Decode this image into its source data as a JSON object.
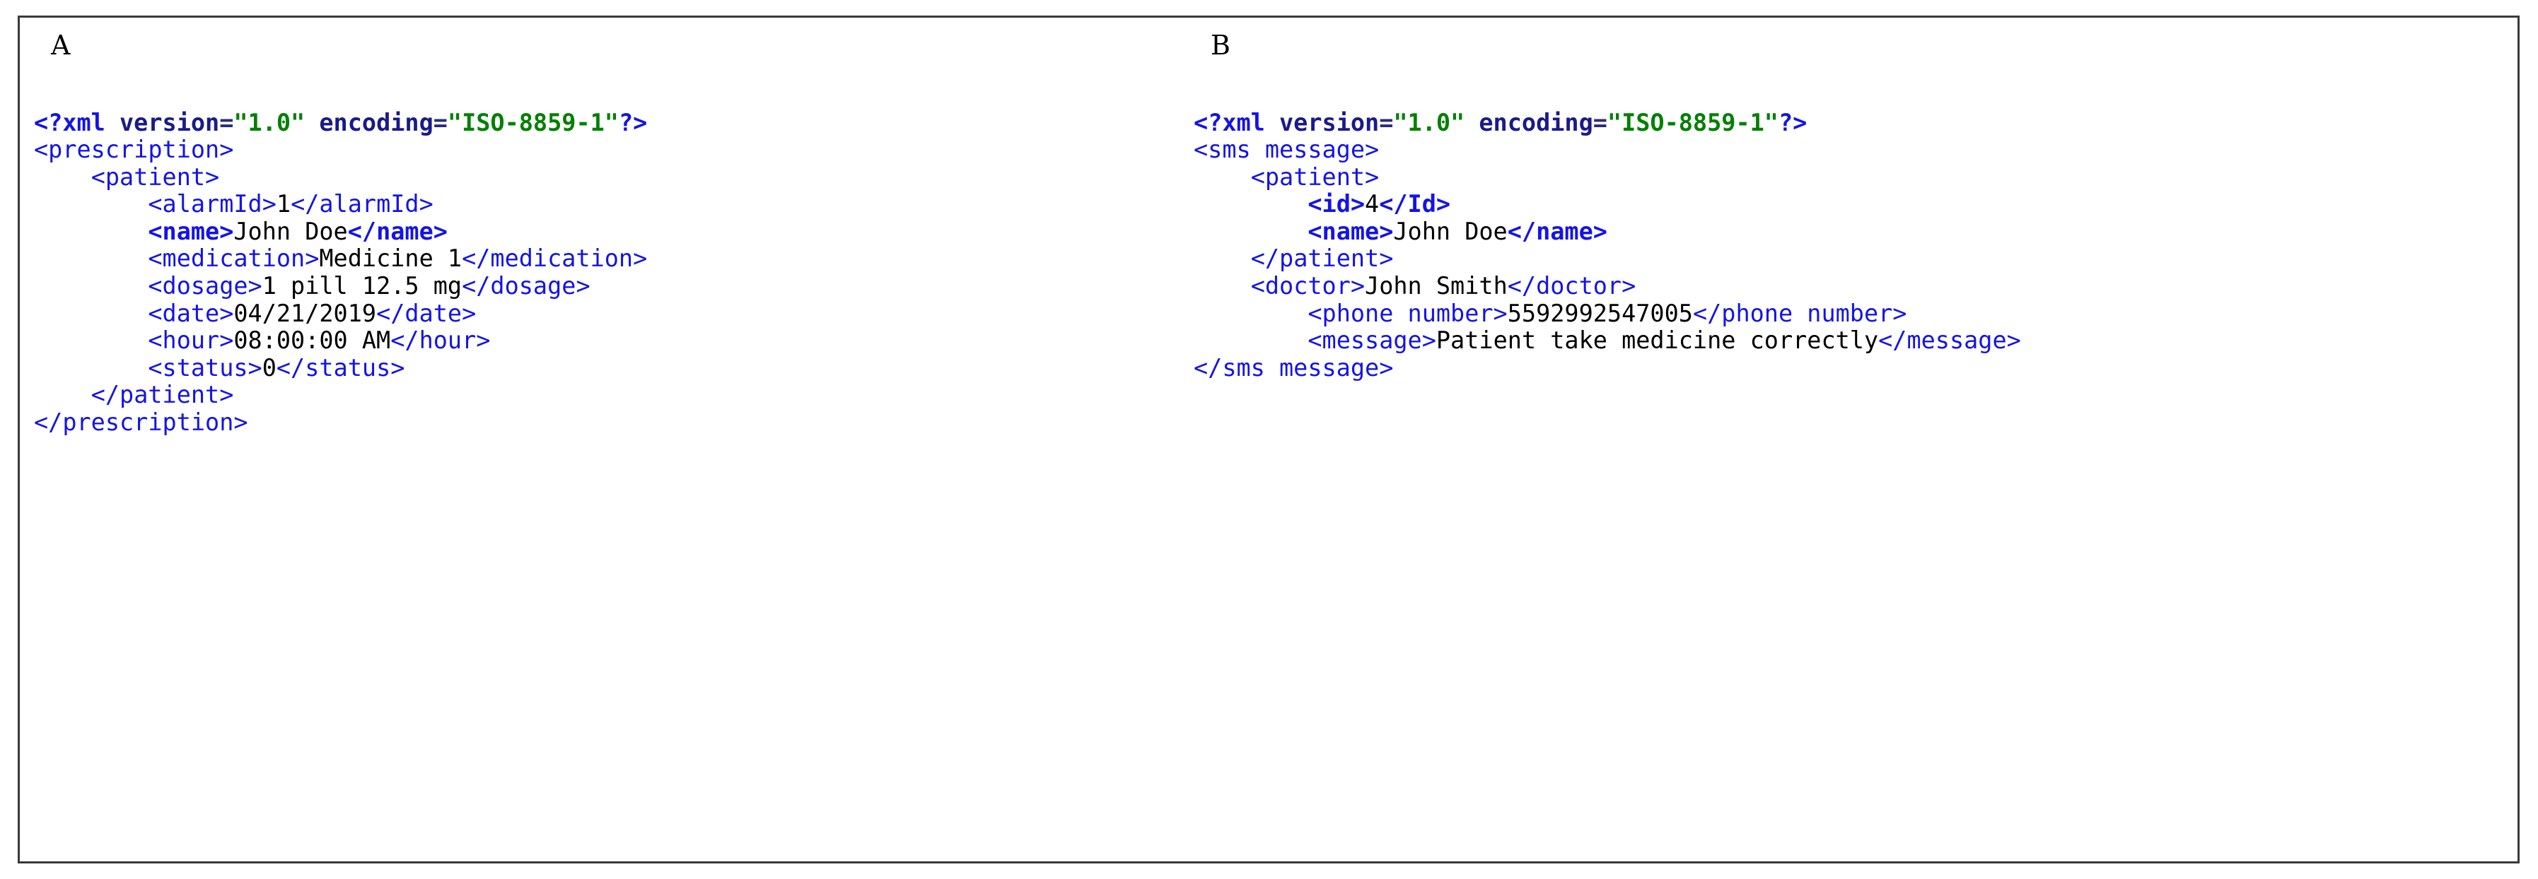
{
  "figure": {
    "border_color": "#3a3a3a",
    "background": "#ffffff",
    "colors": {
      "tag_blue": "#1414e6",
      "attribute_navy": "#1a1a8c",
      "value_green": "#008000",
      "text_black": "#000000",
      "equals_slate": "#2b2b7a"
    }
  },
  "panels": [
    {
      "label": "A",
      "name": "prescription-xml",
      "lines": [
        {
          "indent": 0,
          "tokens": [
            {
              "t": "<?xml ",
              "c": "pi"
            },
            {
              "t": "version",
              "c": "attr"
            },
            {
              "t": "=",
              "c": "eq"
            },
            {
              "t": "\"1.0\"",
              "c": "val"
            },
            {
              "t": " ",
              "c": "txt"
            },
            {
              "t": "encoding",
              "c": "attr"
            },
            {
              "t": "=",
              "c": "eq"
            },
            {
              "t": "\"ISO-8859-1\"",
              "c": "val"
            },
            {
              "t": "?>",
              "c": "pi"
            }
          ]
        },
        {
          "indent": 0,
          "tokens": [
            {
              "t": "<prescription>",
              "c": "tag"
            }
          ]
        },
        {
          "indent": 4,
          "tokens": [
            {
              "t": "<patient>",
              "c": "tag"
            }
          ]
        },
        {
          "indent": 8,
          "tokens": [
            {
              "t": "<alarmId>",
              "c": "tag"
            },
            {
              "t": "1",
              "c": "txt"
            },
            {
              "t": "</alarmId>",
              "c": "tag"
            }
          ]
        },
        {
          "indent": 8,
          "tokens": [
            {
              "t": "<name>",
              "c": "tag-b"
            },
            {
              "t": "John Doe",
              "c": "txt"
            },
            {
              "t": "</name>",
              "c": "tag-b"
            }
          ]
        },
        {
          "indent": 8,
          "tokens": [
            {
              "t": "<medication>",
              "c": "tag"
            },
            {
              "t": "Medicine 1",
              "c": "txt"
            },
            {
              "t": "</medication>",
              "c": "tag"
            }
          ]
        },
        {
          "indent": 8,
          "tokens": [
            {
              "t": "<dosage>",
              "c": "tag"
            },
            {
              "t": "1 pill 12.5 mg",
              "c": "txt"
            },
            {
              "t": "</dosage>",
              "c": "tag"
            }
          ]
        },
        {
          "indent": 8,
          "tokens": [
            {
              "t": "<date>",
              "c": "tag"
            },
            {
              "t": "04/21/2019",
              "c": "txt"
            },
            {
              "t": "</date>",
              "c": "tag"
            }
          ]
        },
        {
          "indent": 8,
          "tokens": [
            {
              "t": "<hour>",
              "c": "tag"
            },
            {
              "t": "08:00:00 AM",
              "c": "txt"
            },
            {
              "t": "</hour>",
              "c": "tag"
            }
          ]
        },
        {
          "indent": 8,
          "tokens": [
            {
              "t": "<status>",
              "c": "tag"
            },
            {
              "t": "0",
              "c": "txt"
            },
            {
              "t": "</status>",
              "c": "tag"
            }
          ]
        },
        {
          "indent": 4,
          "tokens": [
            {
              "t": "</patient>",
              "c": "tag"
            }
          ]
        },
        {
          "indent": 0,
          "tokens": [
            {
              "t": "</prescription>",
              "c": "tag"
            }
          ]
        }
      ]
    },
    {
      "label": "B",
      "name": "sms-message-xml",
      "lines": [
        {
          "indent": 0,
          "tokens": [
            {
              "t": "<?xml ",
              "c": "pi"
            },
            {
              "t": "version",
              "c": "attr"
            },
            {
              "t": "=",
              "c": "eq"
            },
            {
              "t": "\"1.0\"",
              "c": "val"
            },
            {
              "t": " ",
              "c": "txt"
            },
            {
              "t": "encoding",
              "c": "attr"
            },
            {
              "t": "=",
              "c": "eq"
            },
            {
              "t": "\"ISO-8859-1\"",
              "c": "val"
            },
            {
              "t": "?>",
              "c": "pi"
            }
          ]
        },
        {
          "indent": 0,
          "tokens": [
            {
              "t": "<sms message>",
              "c": "tag"
            }
          ]
        },
        {
          "indent": 4,
          "tokens": [
            {
              "t": "<patient>",
              "c": "tag"
            }
          ]
        },
        {
          "indent": 8,
          "tokens": [
            {
              "t": "<id>",
              "c": "tag-b"
            },
            {
              "t": "4",
              "c": "txt"
            },
            {
              "t": "</Id>",
              "c": "tag-b"
            }
          ]
        },
        {
          "indent": 8,
          "tokens": [
            {
              "t": "<name>",
              "c": "tag-b"
            },
            {
              "t": "John Doe",
              "c": "txt"
            },
            {
              "t": "</name>",
              "c": "tag-b"
            }
          ]
        },
        {
          "indent": 4,
          "tokens": [
            {
              "t": "</patient>",
              "c": "tag"
            }
          ]
        },
        {
          "indent": 4,
          "tokens": [
            {
              "t": "<doctor>",
              "c": "tag"
            },
            {
              "t": "John Smith",
              "c": "txt"
            },
            {
              "t": "</doctor>",
              "c": "tag"
            }
          ]
        },
        {
          "indent": 8,
          "tokens": [
            {
              "t": "<phone number>",
              "c": "tag"
            },
            {
              "t": "5592992547005",
              "c": "txt"
            },
            {
              "t": "</phone number>",
              "c": "tag"
            }
          ]
        },
        {
          "indent": 8,
          "tokens": [
            {
              "t": "<message>",
              "c": "tag"
            },
            {
              "t": "Patient take medicine correctly",
              "c": "txt"
            },
            {
              "t": "</message>",
              "c": "tag"
            }
          ]
        },
        {
          "indent": 0,
          "tokens": [
            {
              "t": "</sms message>",
              "c": "tag"
            }
          ]
        }
      ]
    }
  ]
}
